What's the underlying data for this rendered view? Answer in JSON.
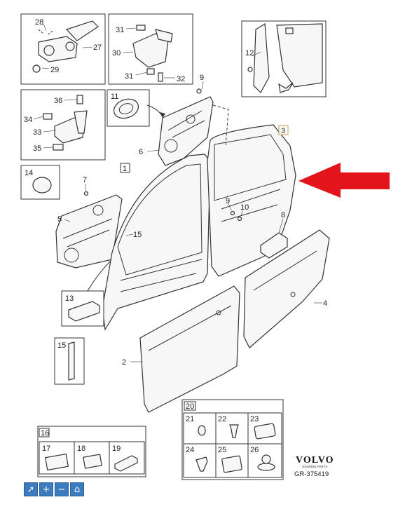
{
  "callouts": {
    "c1": "1",
    "c2": "2",
    "c3": "3",
    "c4": "4",
    "c5": "5",
    "c6": "6",
    "c7": "7",
    "c8": "8",
    "c9a": "9",
    "c9b": "9",
    "c10": "10",
    "c11": "11",
    "c12": "12",
    "c13": "13",
    "c14": "14",
    "c15a": "15",
    "c15b": "15",
    "c16": "16",
    "c17": "17",
    "c18": "18",
    "c19": "19",
    "c20": "20",
    "c21": "21",
    "c22": "22",
    "c23": "23",
    "c24": "24",
    "c25": "25",
    "c26": "26",
    "c27": "27",
    "c28": "28",
    "c29": "29",
    "c30": "30",
    "c31a": "31",
    "c31b": "31",
    "c32": "32",
    "c33": "33",
    "c34": "34",
    "c35": "35",
    "c36": "36"
  },
  "brand": {
    "name": "VOLVO",
    "tagline": "GENUINE PARTS",
    "ref": "GR-375419"
  },
  "toolbar": {
    "buttons": [
      {
        "icon": "pointer-icon",
        "glyph": "➚"
      },
      {
        "icon": "zoom-in-icon",
        "glyph": "+"
      },
      {
        "icon": "zoom-out-icon",
        "glyph": "−"
      },
      {
        "icon": "home-icon",
        "glyph": "⌂"
      }
    ]
  },
  "colors": {
    "arrow": "#e3141c",
    "toolbar": "#3d7bbf",
    "highlight_box": "#c8a050"
  }
}
